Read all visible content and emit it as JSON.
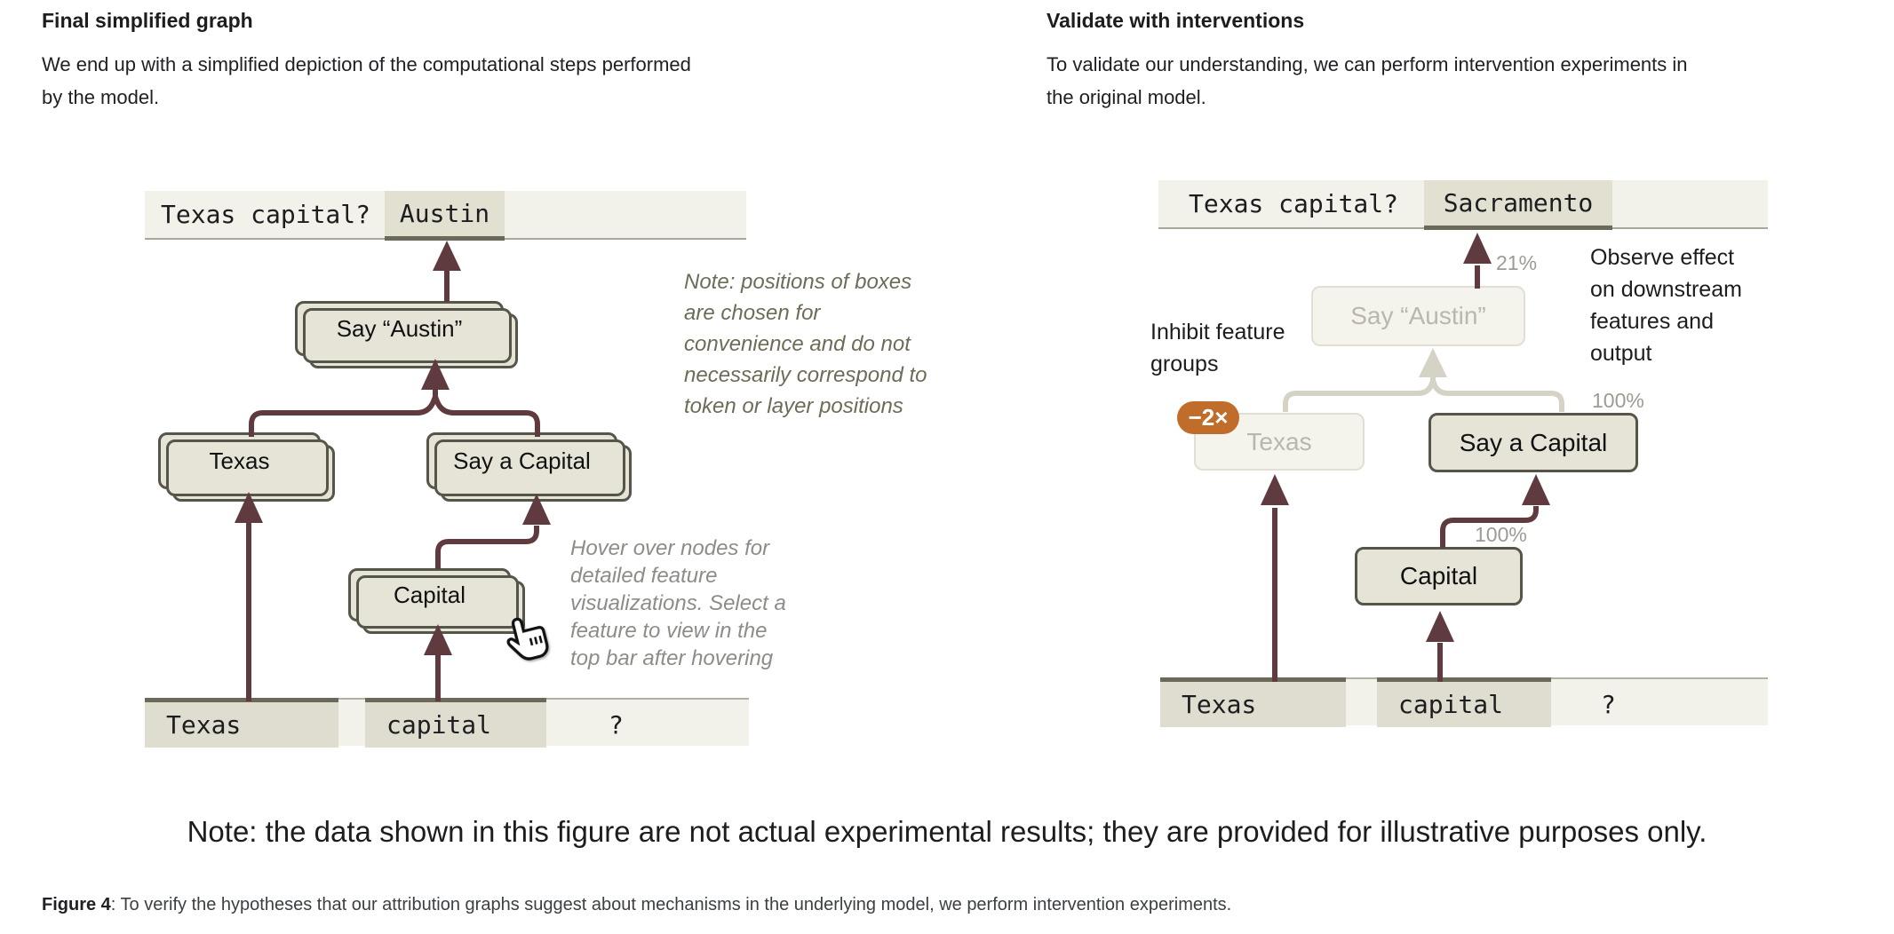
{
  "left": {
    "title": "Final simplified graph",
    "description": "We end up with a simplified depiction of the computational steps performed\nby the model.",
    "prompt_bar": {
      "prompt": "Texas capital?",
      "completion": "Austin"
    },
    "boxes": {
      "say_austin": "Say “Austin”",
      "texas": "Texas",
      "say_a_capital": "Say a Capital",
      "capital": "Capital"
    },
    "tokens": {
      "texas": "Texas",
      "capital": "capital",
      "question": "?"
    },
    "note_positions": "Note: positions of boxes\nare chosen for\nconvenience and do not\nnecessarily correspond to\ntoken or layer positions",
    "note_hover": "Hover over nodes for\ndetailed feature\nvisualizations. Select a\nfeature to view in the\ntop bar after hovering"
  },
  "right": {
    "title": "Validate with interventions",
    "description": "To validate our understanding, we can perform intervention experiments in\nthe original model.",
    "prompt_bar": {
      "prompt": "Texas capital?",
      "completion": "Sacramento"
    },
    "boxes": {
      "say_austin": "Say “Austin”",
      "texas": "Texas",
      "say_a_capital": "Say a Capital",
      "capital": "Capital"
    },
    "tokens": {
      "texas": "Texas",
      "capital": "capital",
      "question": "?"
    },
    "labels": {
      "inhibit": "Inhibit feature\ngroups",
      "observe": "Observe effect\non downstream\nfeatures and\noutput",
      "badge": "−2×",
      "pct_output": "21%",
      "pct_say_capital": "100%",
      "pct_capital": "100%"
    }
  },
  "footer": {
    "note": "Note: the data shown in this figure are not actual experimental results; they are provided for illustrative purposes only.",
    "figure_label": "Figure 4",
    "caption_rest": ": To verify the hypotheses that our attribution graphs suggest about mechanisms in the underlying model, we perform intervention experiments."
  },
  "colors": {
    "arrow_maroon": "#5f3a3e",
    "faded_connector": "#d5d3c5",
    "badge_orange": "#c06d2b",
    "card_fill": "#e6e4d7",
    "card_border": "#56554a",
    "bar_bg": "#f2f1ea",
    "chip_bg": "#e2e0d1",
    "chip_underline": "#6b695a",
    "token_bg": "#dfddcf",
    "faded_fill": "#f4f3ec",
    "faded_border": "#e1dfd3",
    "faded_text": "#b9b7ad",
    "pct_text": "#9d9b92",
    "note_olive": "#6e6b57",
    "note_gray": "#8c8c88"
  }
}
